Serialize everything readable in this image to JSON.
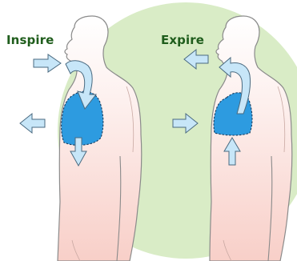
{
  "labels": {
    "inspire": "Inspire",
    "expire": "Expire"
  },
  "colors": {
    "background_circle": "#d9ecc6",
    "skin_fill_top": "#ffffff",
    "skin_fill_bottom": "#f9d3cc",
    "outline": "#8a8a8a",
    "lung_fill": "#2d9be0",
    "lung_outline": "#1b3d5e",
    "airway_arrow": "#c7e6f8",
    "movement_arrow": "#c7e6f8",
    "arrow_outline": "#4a6a80",
    "label_text": "#1f5d1c"
  },
  "icons": {
    "inspire_figure": "human-torso-inhaling",
    "expire_figure": "human-torso-exhaling",
    "lungs": "lung-icon",
    "arrows": "arrow-icon"
  }
}
